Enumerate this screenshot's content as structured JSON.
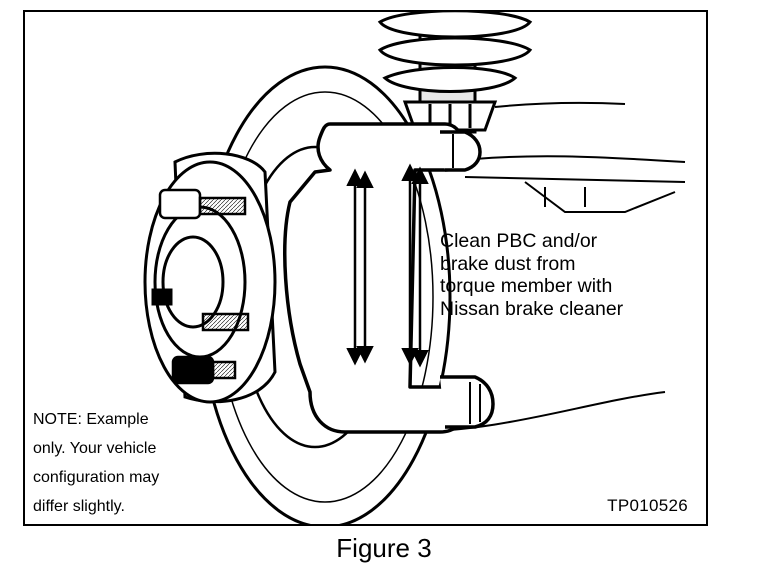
{
  "figure": {
    "callout_text": "Clean PBC and/or\nbrake dust from\ntorque member with\nNissan brake cleaner",
    "note_text": "NOTE:  Example\nonly.  Your vehicle\nconfiguration may\ndiffer slightly.",
    "code": "TP010526",
    "caption": "Figure 3"
  },
  "illustration": {
    "parts": [
      "brake-rotor",
      "hub",
      "wheel-studs",
      "torque-member",
      "coil-spring",
      "strut",
      "brake-pad"
    ],
    "arrow_count": 4,
    "colors": {
      "line": "#000000",
      "fill": "#ffffff",
      "shade": "#cfcfcf"
    }
  }
}
